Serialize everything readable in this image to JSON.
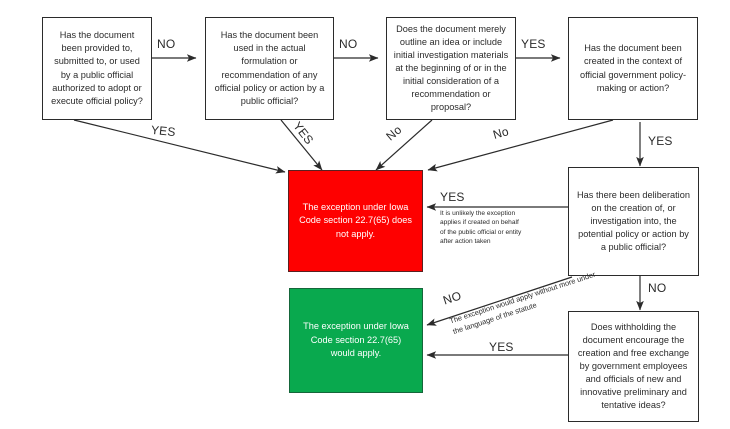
{
  "diagram": {
    "title": "Iowa Code section 22.7(65) exception decision flowchart",
    "colors": {
      "negative_terminal": "#fe0000",
      "positive_terminal": "#09a94e",
      "box_border": "#2b2b2b",
      "background": "#ffffff"
    },
    "nodes": [
      {
        "id": "q1",
        "type": "question",
        "text": "Has the document been provided to, submitted to, or used by a public official authorized to adopt or execute official policy?"
      },
      {
        "id": "q2",
        "type": "question",
        "text": "Has the document been used in the actual formulation or recommendation of any official policy or action by a public official?"
      },
      {
        "id": "q3",
        "type": "question",
        "text": "Does the document merely outline an idea or include initial investigation materials at the beginning of or in the initial consideration of a recommendation or proposal?"
      },
      {
        "id": "q4",
        "type": "question",
        "text": "Has the document been created in the context of official government policy-making or action?"
      },
      {
        "id": "q5",
        "type": "question",
        "text": "Has there been deliberation on the creation of, or investigation into, the potential policy or action by a public official?"
      },
      {
        "id": "q6",
        "type": "question",
        "text": "Does withholding the document encourage the creation and free exchange by government employees and officials of new and innovative preliminary and tentative ideas?"
      },
      {
        "id": "not-apply",
        "type": "terminal-negative",
        "text": "The exception under Iowa Code section 22.7(65) does not apply."
      },
      {
        "id": "would-apply",
        "type": "terminal-positive",
        "text": "The exception under Iowa Code section 22.7(65) would apply."
      }
    ],
    "edges": [
      {
        "id": "q1-no-q2",
        "label": "NO",
        "from": "q1",
        "to": "q2"
      },
      {
        "id": "q2-no-q3",
        "label": "NO",
        "from": "q2",
        "to": "q3"
      },
      {
        "id": "q3-yes-q4",
        "label": "YES",
        "from": "q3",
        "to": "q4"
      },
      {
        "id": "q1-yes-notapply",
        "label": "YES",
        "from": "q1",
        "to": "not-apply"
      },
      {
        "id": "q2-yes-notapply",
        "label": "YES",
        "from": "q2",
        "to": "not-apply"
      },
      {
        "id": "q3-no-notapply",
        "label": "No",
        "from": "q3",
        "to": "not-apply"
      },
      {
        "id": "q4-no-notapply",
        "label": "No",
        "from": "q4",
        "to": "not-apply"
      },
      {
        "id": "q4-yes-q5",
        "label": "YES",
        "from": "q4",
        "to": "q5"
      },
      {
        "id": "q5-yes-notapply",
        "label": "YES",
        "from": "q5",
        "to": "not-apply"
      },
      {
        "id": "q5-no-q6",
        "label": "NO",
        "from": "q5",
        "to": "q6"
      },
      {
        "id": "q6-no-wouldapply",
        "label": "NO",
        "from": "q6",
        "to": "would-apply"
      },
      {
        "id": "q6-yes-wouldapply",
        "label": "YES",
        "from": "q6",
        "to": "would-apply"
      }
    ],
    "annotations": [
      {
        "id": "note-q5-yes",
        "text": "It is unlikely the exception applies if created on behalf of the public official or entity after action taken"
      },
      {
        "id": "note-q6-no",
        "text": "The exception would apply without more under the language of the statute"
      }
    ]
  }
}
